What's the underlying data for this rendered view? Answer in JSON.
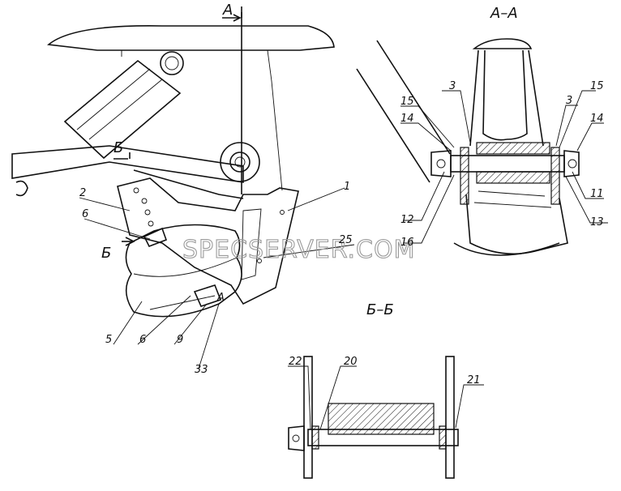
{
  "section_titles": {
    "aa": "А–А",
    "bb": "Б–Б"
  },
  "cut_marks": {
    "a_top": "А",
    "a_bottom": "А",
    "b_top": "Б",
    "b_left": "Б"
  },
  "callouts": {
    "main": [
      "1",
      "2",
      "6",
      "25",
      "5",
      "6",
      "9",
      "33"
    ],
    "aa": [
      "3",
      "15",
      "14",
      "3",
      "15",
      "14",
      "11",
      "12",
      "16",
      "13"
    ],
    "bb": [
      "22",
      "20",
      "21"
    ]
  },
  "watermark": "SPECSERVER.COM"
}
